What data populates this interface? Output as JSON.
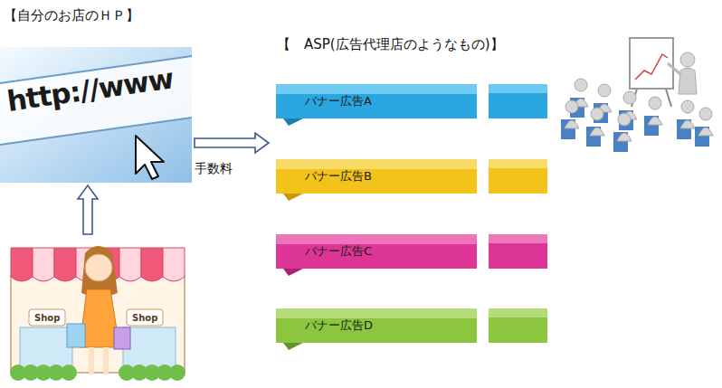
{
  "diagram": {
    "nodes": [
      {
        "text": [
          "【自分のお店のＨＰ】",
          "http://www"
        ]
      },
      {
        "text": [
          "Shop",
          "Shop"
        ]
      },
      {
        "text": [
          "【　ASP(広告代理店のようなもの)】"
        ]
      },
      {
        "text": [
          "バナー広告A"
        ],
        "in": 2
      },
      {
        "text": [
          "バナー広告B"
        ],
        "in": 2
      },
      {
        "text": [
          "バナー広告C"
        ],
        "in": 2
      },
      {
        "text": [
          "バナー広告D"
        ],
        "in": 2
      }
    ],
    "edges": [
      {
        "from": 1,
        "to": 0,
        "arrow": "to"
      },
      {
        "from": 0,
        "to": 2,
        "label": "手数料",
        "arrow": "to"
      }
    ]
  }
}
